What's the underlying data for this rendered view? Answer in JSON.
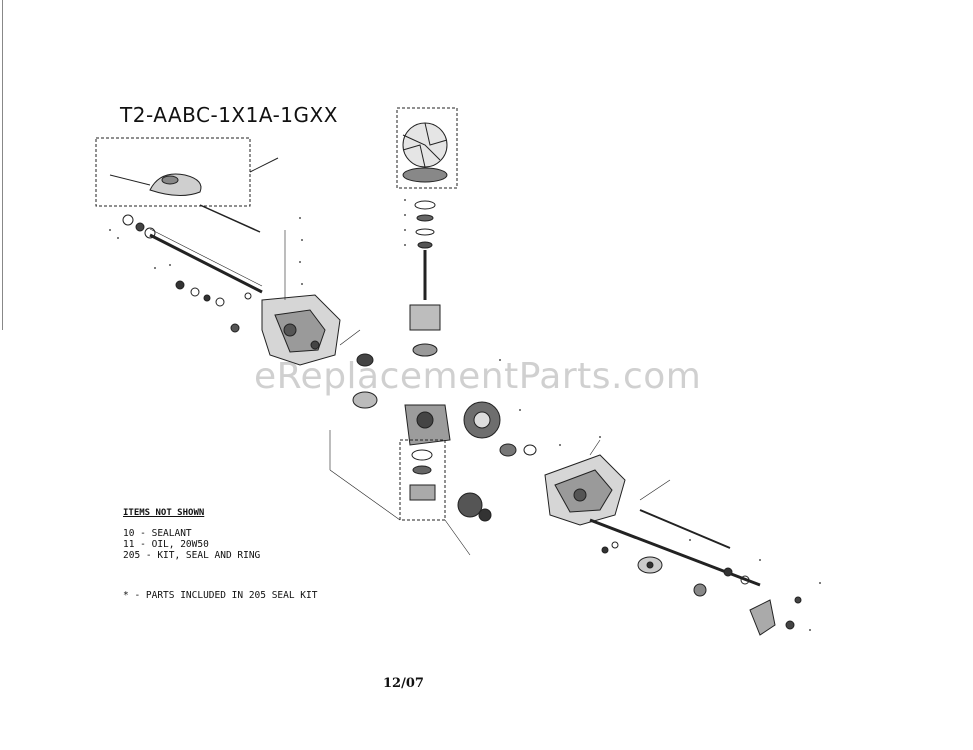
{
  "title": "T2-AABC-1X1A-1GXX",
  "notes": {
    "heading": "ITEMS NOT SHOWN",
    "items": [
      "10 - SEALANT",
      "11 - OIL, 20W50",
      "205 - KIT, SEAL AND RING"
    ],
    "seal_kit_note": "* - PARTS INCLUDED IN 205 SEAL KIT"
  },
  "date_code": "12/07",
  "watermark": "eReplacementParts.com",
  "colors": {
    "ink": "#111111",
    "watermark": "#969696",
    "background": "#ffffff"
  }
}
